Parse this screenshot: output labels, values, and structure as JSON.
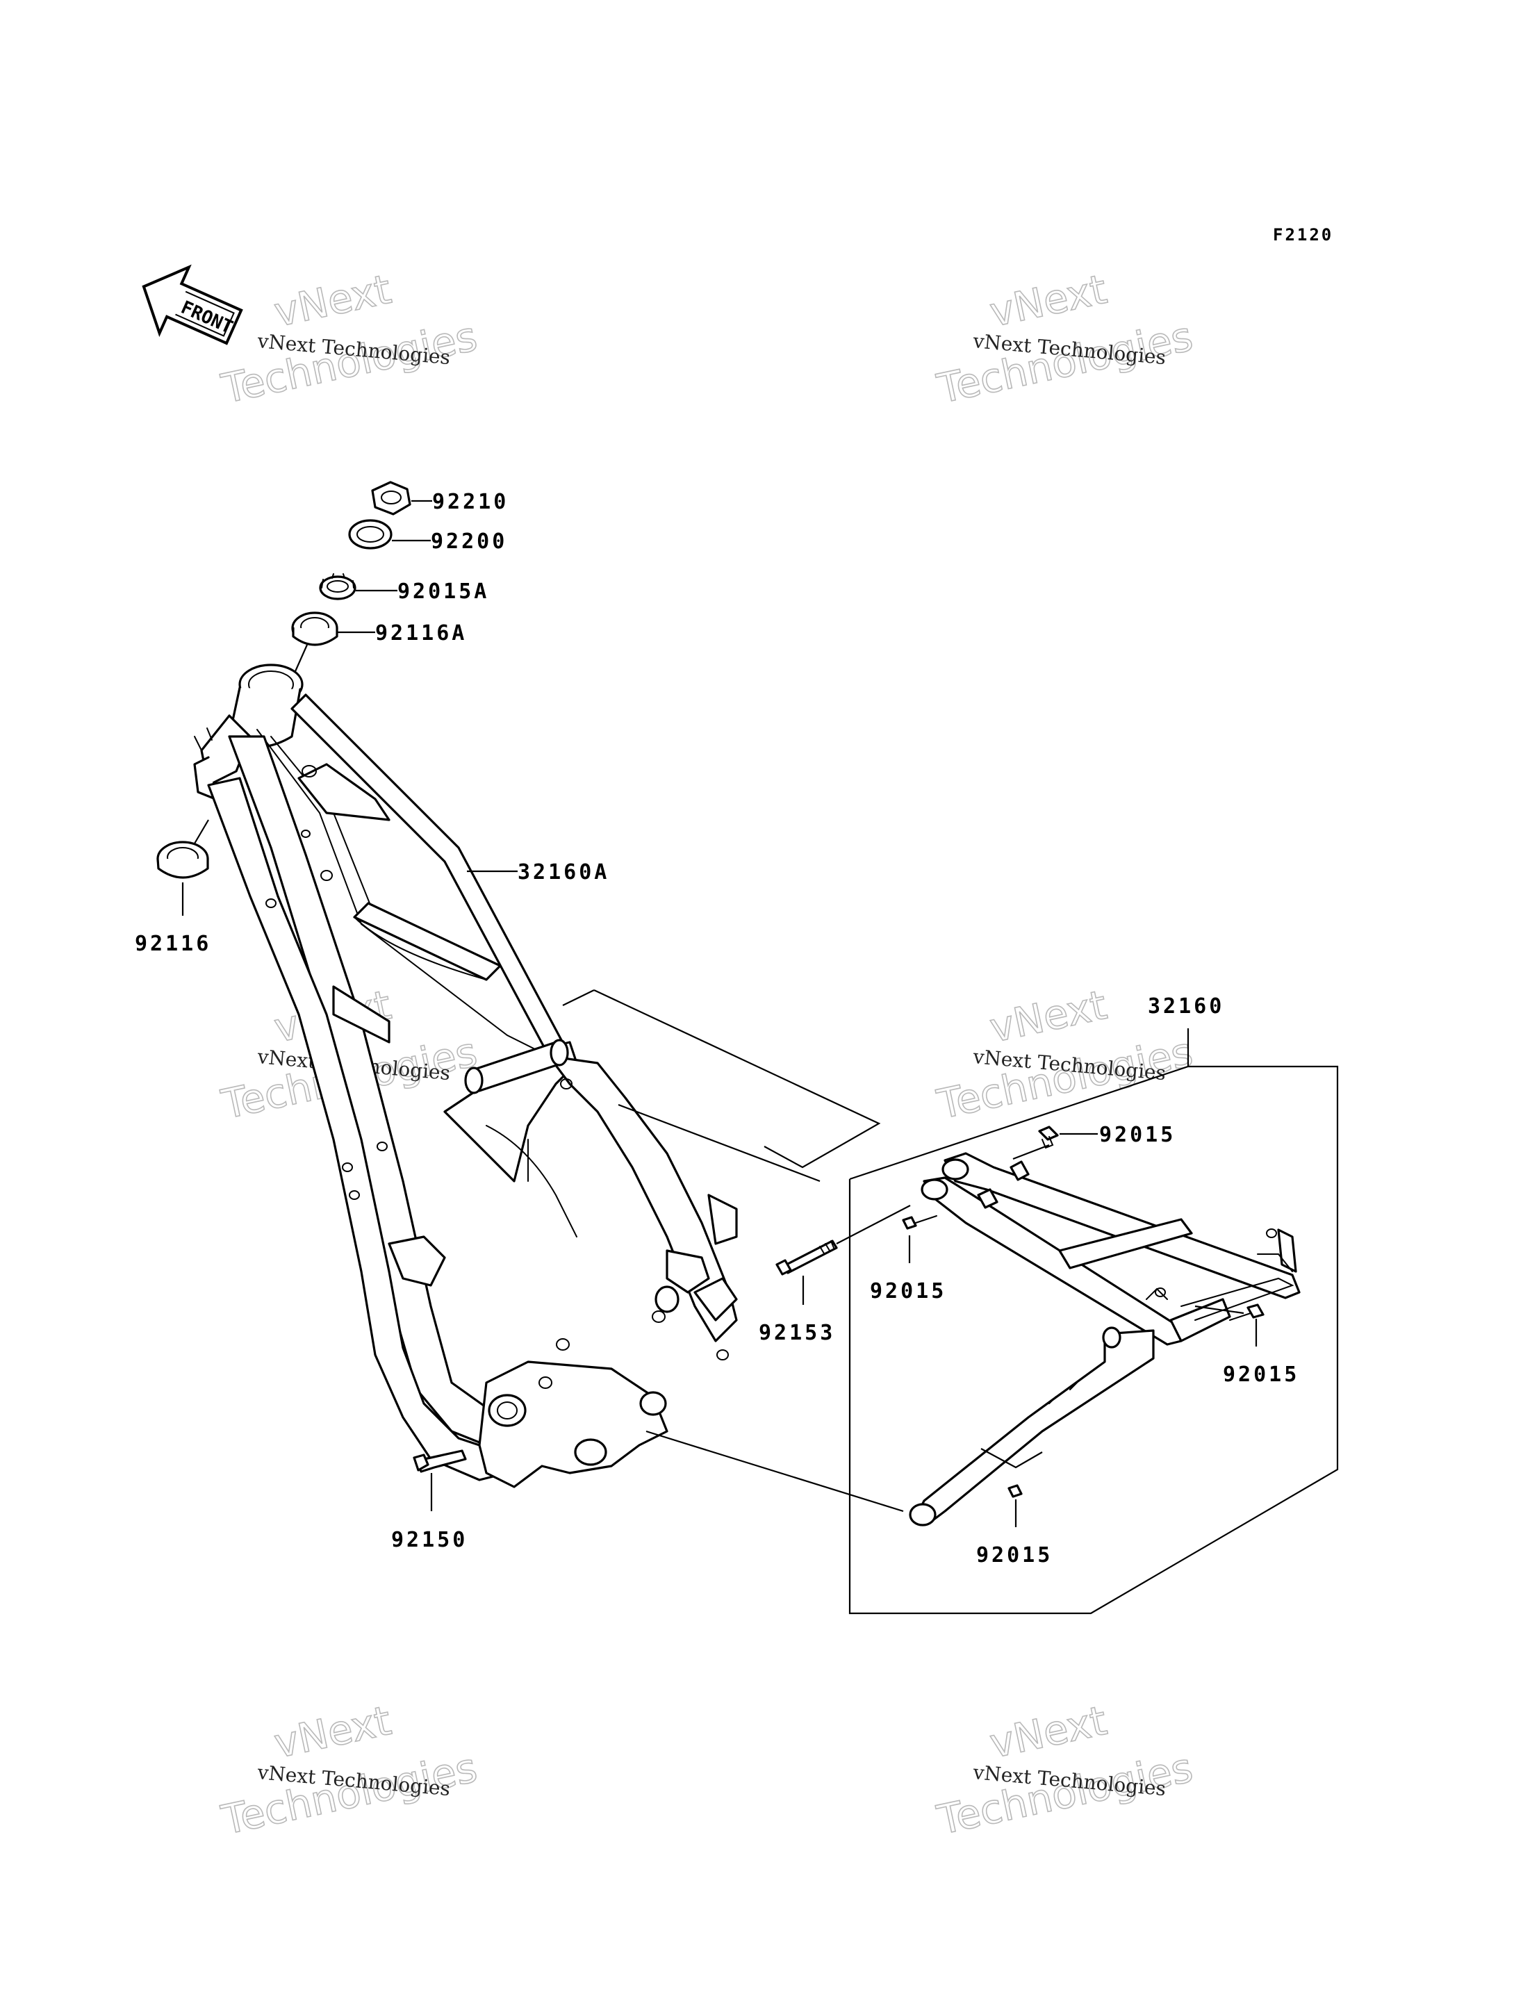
{
  "diagram_code": "F2120",
  "front_label": "FRONT",
  "watermark": {
    "brand": "vNext",
    "word": "Technologies",
    "caption": "vNext Technologies"
  },
  "parts": {
    "p92210": "92210",
    "p92200": "92200",
    "p92015A": "92015A",
    "p92116A": "92116A",
    "p32160A": "32160A",
    "p92116": "92116",
    "p32160": "32160",
    "p92015_top": "92015",
    "p92015_mid": "92015",
    "p92153": "92153",
    "p92015_right": "92015",
    "p92150": "92150",
    "p92015_bottom": "92015"
  }
}
